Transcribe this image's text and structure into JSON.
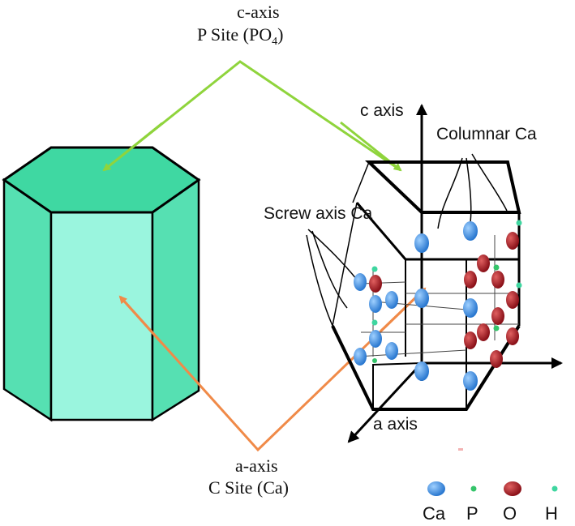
{
  "labels": {
    "c_axis_title": "c-axis",
    "p_site": "P Site (PO",
    "p_site_sub": "4",
    "p_site_close": ")",
    "a_axis_title": "a-axis",
    "c_site": "C Site (Ca)",
    "c_axis": "c axis",
    "a_axis": "a axis",
    "columnar": "Columnar Ca",
    "screw": "Screw axis Ca"
  },
  "legend": [
    {
      "symbol": "Ca",
      "color": "#3a8fe0"
    },
    {
      "symbol": "P",
      "color": "#35c46a"
    },
    {
      "symbol": "O",
      "color": "#b8202a"
    },
    {
      "symbol": "H",
      "color": "#3fd6a0"
    }
  ],
  "colors": {
    "prism_top": "#3fd8a2",
    "prism_side": "#56e0b2",
    "prism_front": "#9af5de",
    "c_arrow": "#8fd43c",
    "a_arrow": "#f08a48",
    "ca_atom": "#3a8fe0",
    "o_atom": "#b8202a",
    "p_atom": "#35c46a",
    "h_atom": "#3fd6a0"
  }
}
